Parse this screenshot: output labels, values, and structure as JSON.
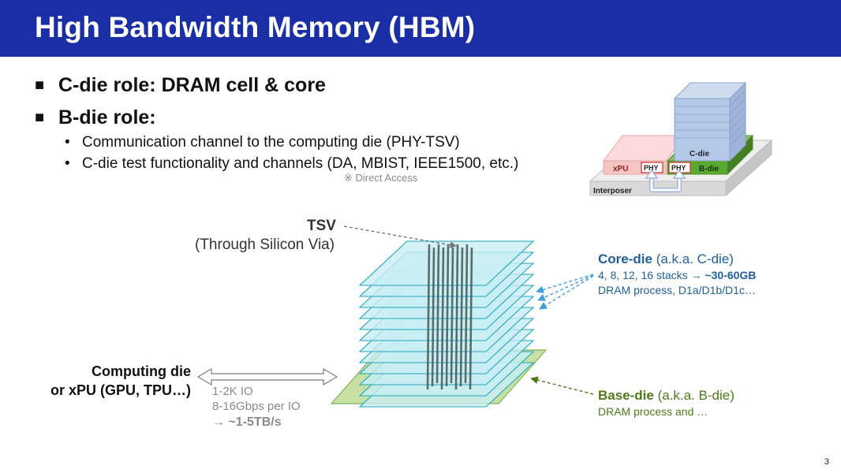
{
  "title": "High Bandwidth Memory (HBM)",
  "bullets": [
    {
      "marker": "■",
      "text": "C-die role: DRAM cell & core"
    },
    {
      "marker": "■",
      "text": "B-die role:"
    }
  ],
  "sub_bullets": [
    {
      "marker": "•",
      "text": "Communication channel to the computing die (PHY-TSV)"
    },
    {
      "marker": "•",
      "text": "C-die test functionality and channels (DA, MBIST, IEEE1500, etc.)"
    }
  ],
  "footnote": "※ Direct Access",
  "inset": {
    "c_die": "C-die",
    "xpu": "xPU",
    "phy_left": "PHY",
    "phy_right": "PHY",
    "b_die": "B-die",
    "interposer": "Interposer"
  },
  "tsv": {
    "title": "TSV",
    "subtitle": "(Through Silicon Via)"
  },
  "core_die": {
    "title": "Core-die",
    "aka": " (a.k.a. C-die)",
    "line1_prefix": "4, 8, 12, 16 stacks ",
    "line1_arrow": "→ ",
    "line1_value": "~30-60GB",
    "line2": "DRAM process, D1a/D1b/D1c…"
  },
  "base_die": {
    "title": "Base-die",
    "aka": " (a.k.a. B-die)",
    "line1": "DRAM process and …"
  },
  "computing": {
    "line1": "Computing die",
    "line2": "or xPU (GPU, TPU…)"
  },
  "io": {
    "line1": "1-2K IO",
    "line2": "8-16Gbps per IO",
    "line3_arrow": "→ ",
    "line3_value": "~1-5TB/s"
  },
  "slide_number": "3",
  "colors": {
    "title_bar": "#1a2fa6",
    "core_die": "#1f5f9e",
    "base_die": "#4e7a1a",
    "layer_fill": "#c8eef4",
    "layer_stroke": "#1fa7c2",
    "base_fill": "#c8e0a4",
    "tsv": "#4d5e5e",
    "xpu_fill": "#f7c4c4",
    "phy_border": "#d03a3a",
    "bdie_fill": "#59a82f",
    "stack_fill": "#b4c8e8"
  }
}
